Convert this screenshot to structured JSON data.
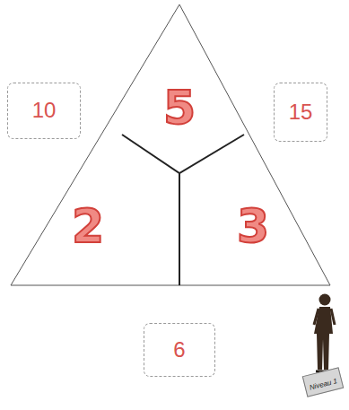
{
  "diagram": {
    "nodes": [
      {
        "text": [
          "10"
        ]
      },
      {
        "text": [
          "5"
        ]
      },
      {
        "text": [
          "15"
        ]
      },
      {
        "text": [
          "2"
        ]
      },
      {
        "text": [
          "3"
        ]
      },
      {
        "text": [
          "6"
        ]
      }
    ],
    "labels": [
      "Niveau 1"
    ]
  }
}
